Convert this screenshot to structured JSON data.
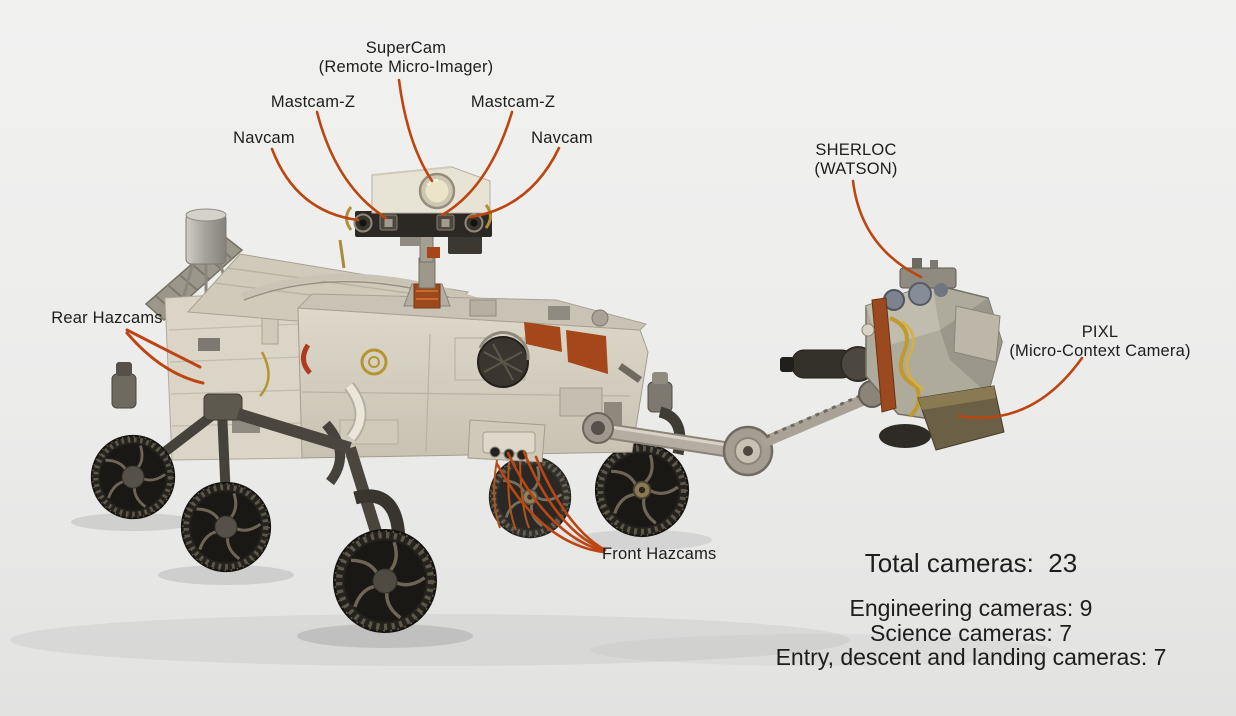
{
  "labels": {
    "supercam": {
      "name": "SuperCam",
      "sub": "(Remote Micro-Imager)"
    },
    "mastcam_z_left": {
      "name": "Mastcam-Z"
    },
    "mastcam_z_right": {
      "name": "Mastcam-Z"
    },
    "navcam_left": {
      "name": "Navcam"
    },
    "navcam_right": {
      "name": "Navcam"
    },
    "sherloc": {
      "name": "SHERLOC",
      "sub": "(WATSON)"
    },
    "pixl": {
      "name": "PIXL",
      "sub": "(Micro-Context Camera)"
    },
    "rear_hazcams": {
      "name": "Rear Hazcams"
    },
    "front_hazcams": {
      "name": "Front Hazcams"
    }
  },
  "stats": {
    "total_label": "Total cameras:  23",
    "lines": [
      "Engineering cameras: 9",
      "Science cameras: 7",
      "Entry, descent and landing cameras: 7"
    ],
    "counts": {
      "total": 23,
      "engineering": 9,
      "science": 7,
      "entry_descent_landing": 7
    }
  },
  "colors": {
    "text": "#1d1d1d",
    "leader_line": "#bc4511",
    "bg_top": "#f1f1f0",
    "bg_bottom": "#e2e2e1"
  }
}
